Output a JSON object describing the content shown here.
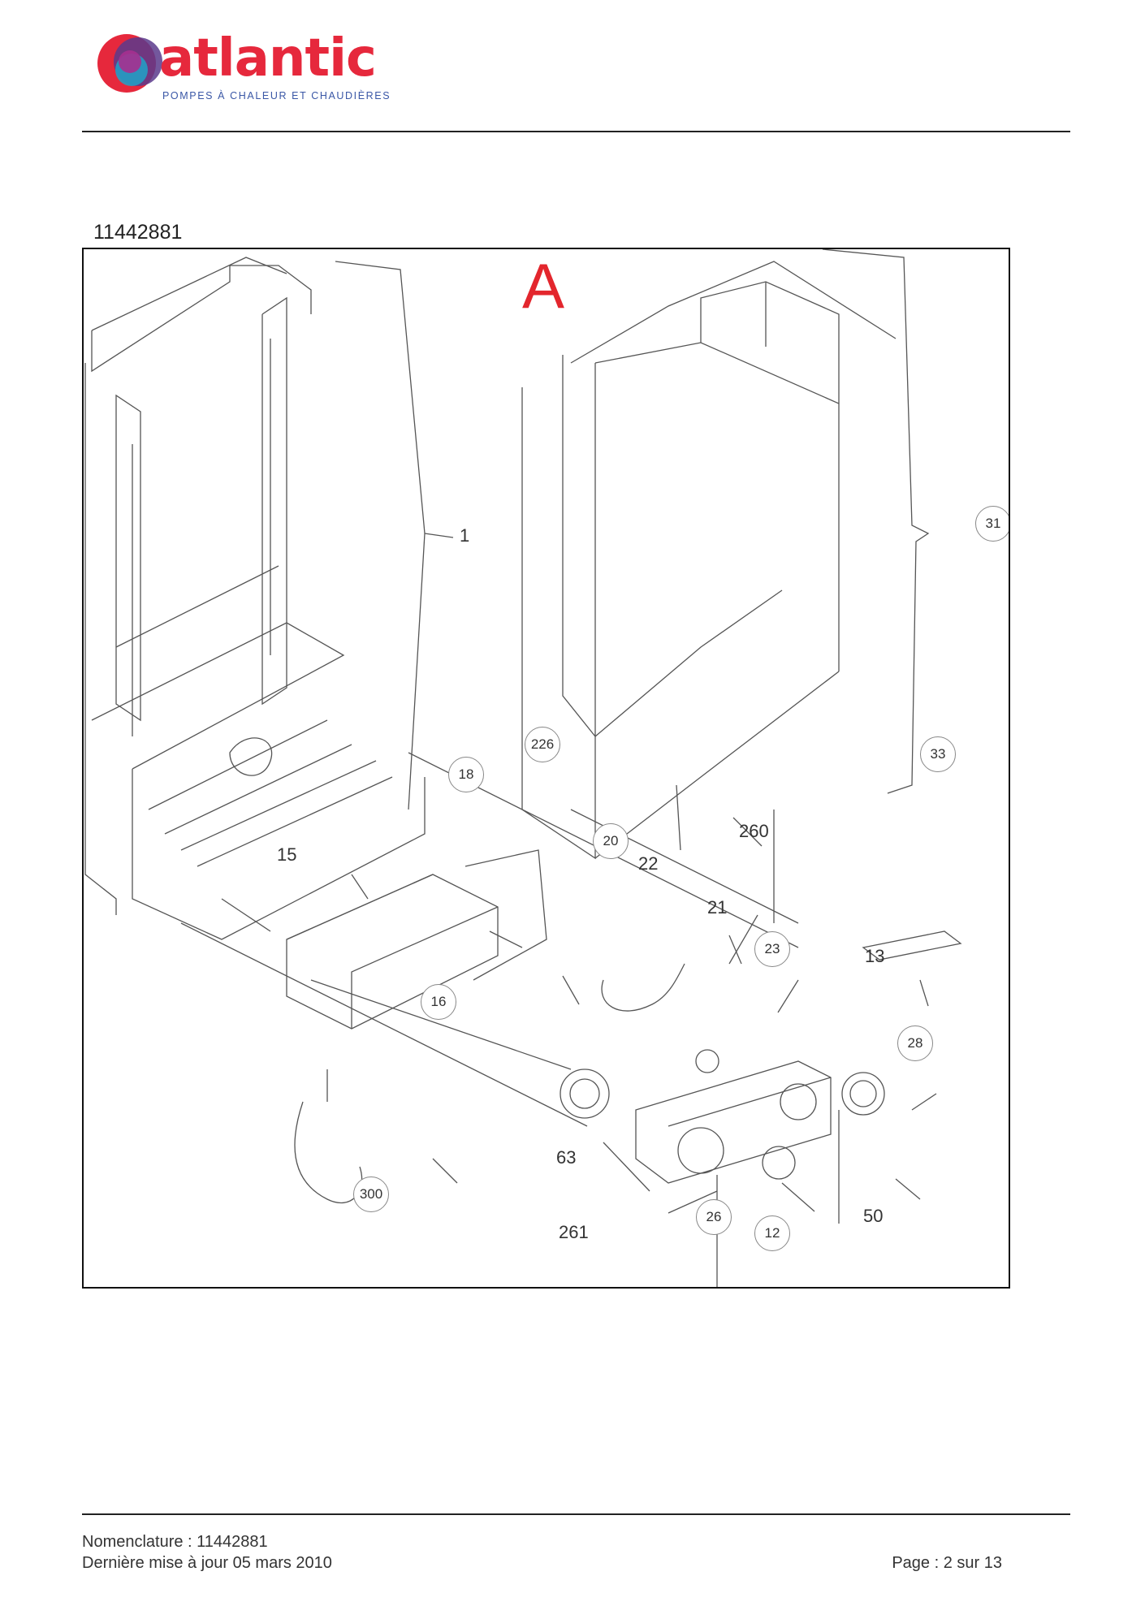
{
  "header": {
    "brand_name": "atlantic",
    "tagline": "POMPES À CHALEUR ET CHAUDIÈRES",
    "brand_color": "#e6283c",
    "tagline_color": "#3a57a6"
  },
  "document": {
    "reference": "11442881"
  },
  "diagram": {
    "section_letter": "A",
    "section_letter_color": "#e3262d",
    "part_labels": {
      "p1": "1",
      "p12": "12",
      "p13": "13",
      "p15": "15",
      "p16": "16",
      "p18": "18",
      "p20": "20",
      "p21": "21",
      "p22": "22",
      "p23": "23",
      "p26": "26",
      "p28": "28",
      "p31": "31",
      "p33": "33",
      "p50": "50",
      "p63": "63",
      "p226": "226",
      "p260": "260",
      "p261": "261",
      "p300": "300"
    }
  },
  "footer": {
    "nomenclature": "Nomenclature : 11442881",
    "last_update": "Dernière mise à jour 05 mars 2010",
    "page": "Page : 2 sur 13"
  }
}
